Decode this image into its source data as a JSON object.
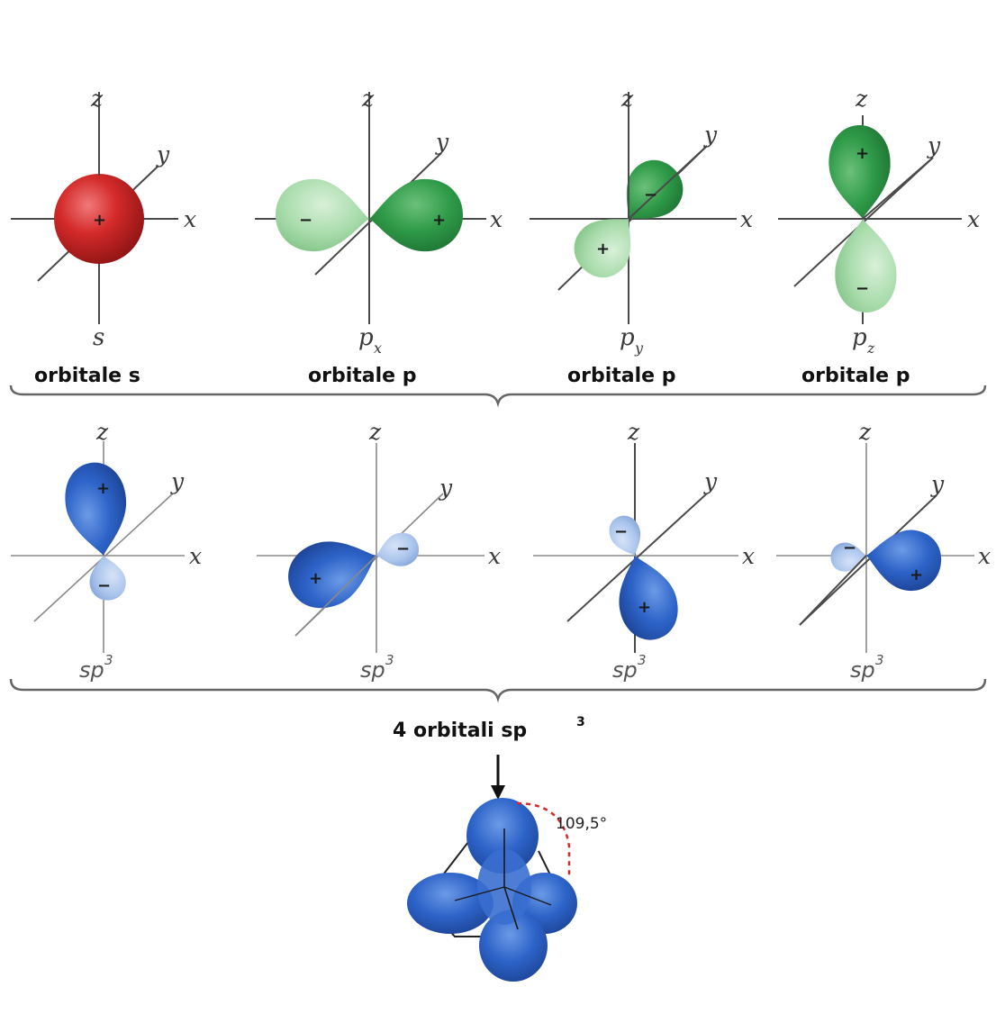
{
  "axes": {
    "x": "x",
    "y": "y",
    "z": "z"
  },
  "row1": {
    "s": {
      "symbol": "s",
      "caption": "orbitale s",
      "sign": "+"
    },
    "px": {
      "symbol": "p",
      "subscript": "x",
      "caption": "orbitale p",
      "pos": "+",
      "neg": "−"
    },
    "py": {
      "symbol": "p",
      "subscript": "y",
      "caption": "orbitale p",
      "pos": "+",
      "neg": "−"
    },
    "pz": {
      "symbol": "p",
      "subscript": "z",
      "caption": "orbitale p",
      "pos": "+",
      "neg": "−"
    }
  },
  "row2": {
    "label": "sp",
    "exponent": "3",
    "pos": "+",
    "neg": "−"
  },
  "result": {
    "caption_main": "4 orbitali sp",
    "caption_exp": "3",
    "angle_label": "109,5°"
  },
  "colors": {
    "s_red": "#d42a2a",
    "p_dark_green": "#2e9a48",
    "p_light_green": "#a9dcac",
    "sp3_blue": "#2d63c8",
    "sp3_light_blue": "#a9c4ec"
  }
}
